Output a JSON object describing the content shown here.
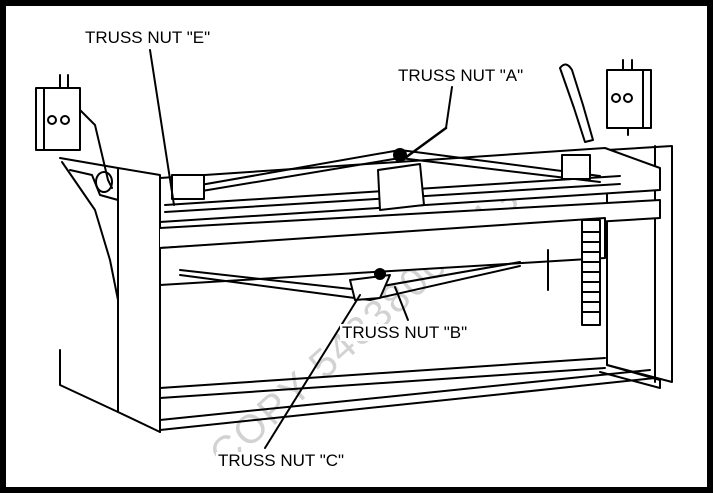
{
  "labels": {
    "e": "TRUSS NUT \"E\"",
    "a": "TRUSS NUT \"A\"",
    "b": "TRUSS NUT \"B\"",
    "c": "TRUSS NUT \"C\""
  },
  "watermark": "COPY 5433800431337",
  "colors": {
    "frame": "#000000",
    "background": "#ffffff",
    "watermark": "#c8c8c8"
  }
}
